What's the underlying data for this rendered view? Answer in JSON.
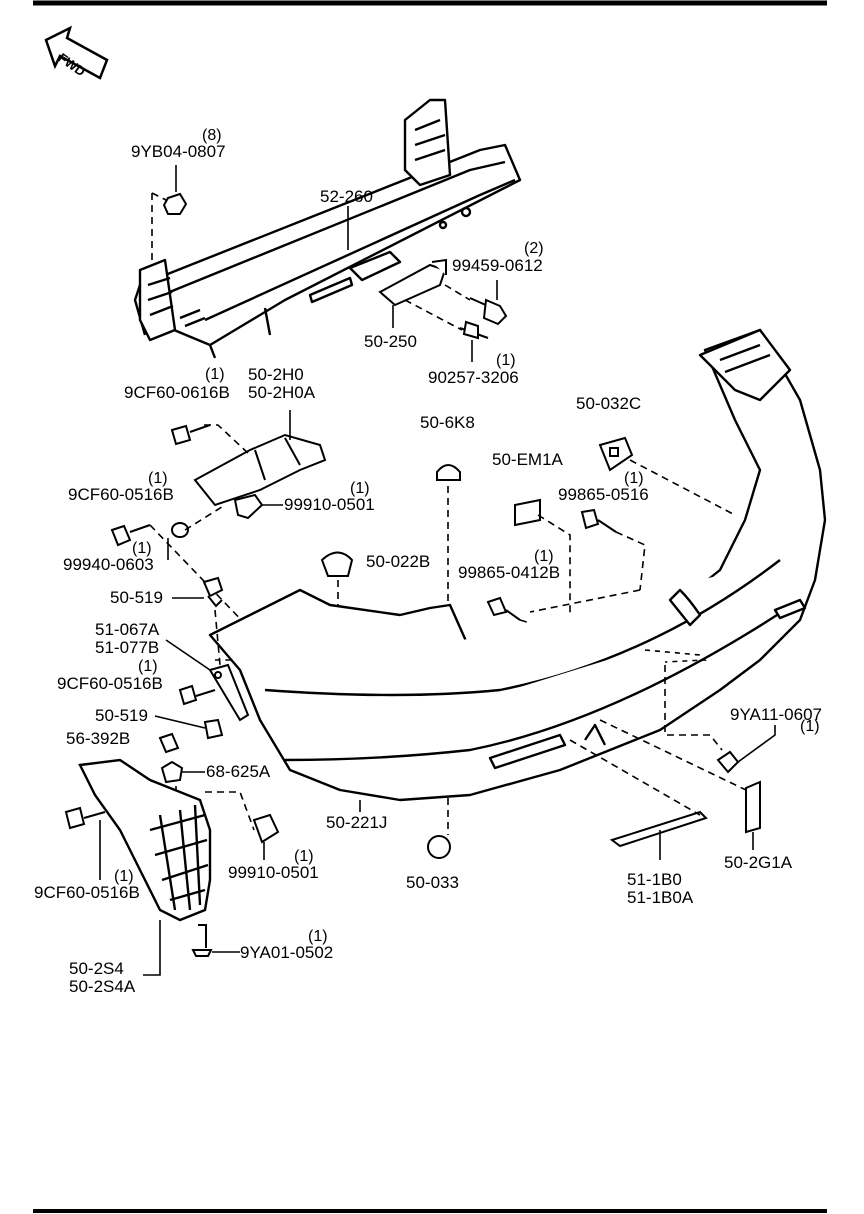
{
  "fwd_label": "FWD",
  "parts": {
    "p9YB04": {
      "code": "9YB04-0807",
      "qty": "(8)"
    },
    "p52_260": {
      "code": "52-260"
    },
    "p99459": {
      "code": "99459-0612",
      "qty": "(2)"
    },
    "p50_250": {
      "code": "50-250"
    },
    "p90257": {
      "code": "90257-3206",
      "qty": "(1)"
    },
    "p9CF60_0616": {
      "code": "9CF60-0616B",
      "qty": "(1)"
    },
    "p50_2H0": {
      "code": "50-2H0",
      "code2": "50-2H0A"
    },
    "p9CF60_0516_a": {
      "code": "9CF60-0516B",
      "qty": "(1)"
    },
    "p99910_a": {
      "code": "99910-0501",
      "qty": "(1)"
    },
    "p99940": {
      "code": "99940-0603",
      "qty": "(1)"
    },
    "p50_6K8": {
      "code": "50-6K8"
    },
    "p50_EM1A": {
      "code": "50-EM1A"
    },
    "p50_032C": {
      "code": "50-032C"
    },
    "p99865_0516": {
      "code": "99865-0516",
      "qty": "(1)"
    },
    "p50_022B": {
      "code": "50-022B"
    },
    "p99865_0412": {
      "code": "99865-0412B",
      "qty": "(1)"
    },
    "p50_519_a": {
      "code": "50-519"
    },
    "p51_067A": {
      "code": "51-067A",
      "code2": "51-077B"
    },
    "p9CF60_0516_b": {
      "code": "9CF60-0516B",
      "qty": "(1)"
    },
    "p50_519_b": {
      "code": "50-519"
    },
    "p56_392B": {
      "code": "56-392B"
    },
    "p68_625A": {
      "code": "68-625A"
    },
    "p9YA11": {
      "code": "9YA11-0607",
      "qty": "(1)"
    },
    "p50_221J": {
      "code": "50-221J"
    },
    "p9CF60_0516_c": {
      "code": "9CF60-0516B",
      "qty": "(1)"
    },
    "p99910_b": {
      "code": "99910-0501",
      "qty": "(1)"
    },
    "p50_033": {
      "code": "50-033"
    },
    "p51_1B0": {
      "code": "51-1B0",
      "code2": "51-1B0A"
    },
    "p50_2G1A": {
      "code": "50-2G1A"
    },
    "p9YA01": {
      "code": "9YA01-0502",
      "qty": "(1)"
    },
    "p50_2S4": {
      "code": "50-2S4",
      "code2": "50-2S4A"
    }
  }
}
